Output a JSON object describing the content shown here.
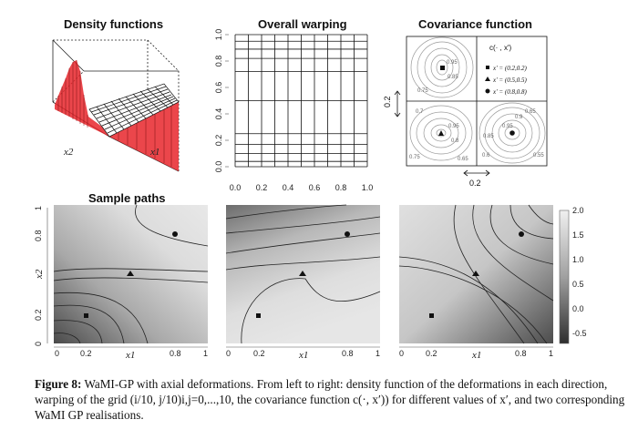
{
  "panels": {
    "density": {
      "title": "Density functions",
      "axis_x1": "x1",
      "axis_x2": "x2"
    },
    "warping": {
      "title": "Overall warping",
      "ticks": [
        "0.0",
        "0.2",
        "0.4",
        "0.6",
        "0.8",
        "1.0"
      ],
      "grid_fraction_values": [
        0,
        0.1,
        0.2,
        0.3,
        0.4,
        0.5,
        0.6,
        0.7,
        0.8,
        0.9,
        1.0
      ],
      "warped_y_values": [
        0.0,
        0.04,
        0.1,
        0.17,
        0.25,
        0.5,
        0.72,
        0.82,
        0.89,
        0.95,
        1.0
      ]
    },
    "covariance": {
      "title": "Covariance function",
      "legend_title": "c(· , x′)",
      "legend": [
        "x′ = (0.2,0.2)",
        "x′ = (0.5,0.5)",
        "x′ = (0.8,0.8)"
      ],
      "scale_label_vertical": "0.2",
      "scale_label_horizontal": "0.2",
      "contour_labels": [
        "0.95",
        "0.85",
        "0.75",
        "0.95",
        "0.8",
        "0.7",
        "0.65",
        "0.95",
        "0.9",
        "0.85",
        "0.65",
        "0.6",
        "0.55",
        "0.75"
      ]
    },
    "sample_paths": {
      "title": "Sample paths",
      "x_ticks": [
        "0",
        "0.2",
        "x1",
        "0.8",
        "1"
      ],
      "y_ticks": [
        "0",
        "0.2",
        "x2",
        "0.8",
        "1"
      ],
      "colorbar_ticks": [
        "2.0",
        "1.5",
        "1.0",
        "0.5",
        "0.0",
        "-0.5"
      ]
    }
  },
  "caption": {
    "label": "Figure 8:",
    "text": " WaMI-GP with axial deformations. From left to right: density function of the deformations in each direction, warping of the grid (i/10, j/10)i,j=0,...,10, the covariance function c(·, x′)) for different values of x′, and two corresponding WaMI GP realisations."
  },
  "colors": {
    "density_fill": "#e8262b",
    "background": "#ffffff"
  }
}
